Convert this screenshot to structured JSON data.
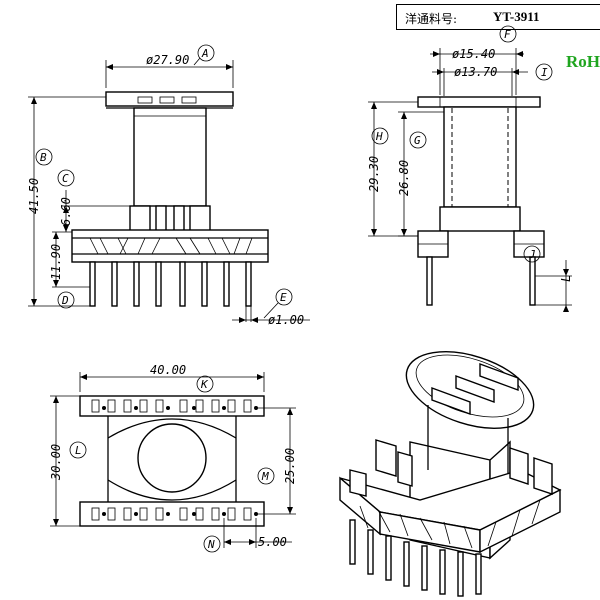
{
  "header": {
    "label": "洋通料号:",
    "part_number": "YT-3911"
  },
  "rohs_text": "RoHS",
  "dimensions": {
    "d27_90": "ø27.90",
    "d41_50": "41.50",
    "d6_60": "6.60",
    "d11_90": "11.90",
    "d1_00": "ø1.00",
    "d15_40": "ø15.40",
    "d13_70": "ø13.70",
    "d29_30": "29.30",
    "d26_80": "26.80",
    "dL": "L",
    "d40_00": "40.00",
    "d30_00": "30.00",
    "d25_00": "25.00",
    "d5_00": "5.00"
  },
  "labels": {
    "A": "A",
    "B": "B",
    "C": "C",
    "D": "D",
    "E": "E",
    "F": "F",
    "G": "G",
    "H": "H",
    "I": "I",
    "J": "J",
    "K": "K",
    "L": "L",
    "M": "M",
    "N": "N"
  }
}
